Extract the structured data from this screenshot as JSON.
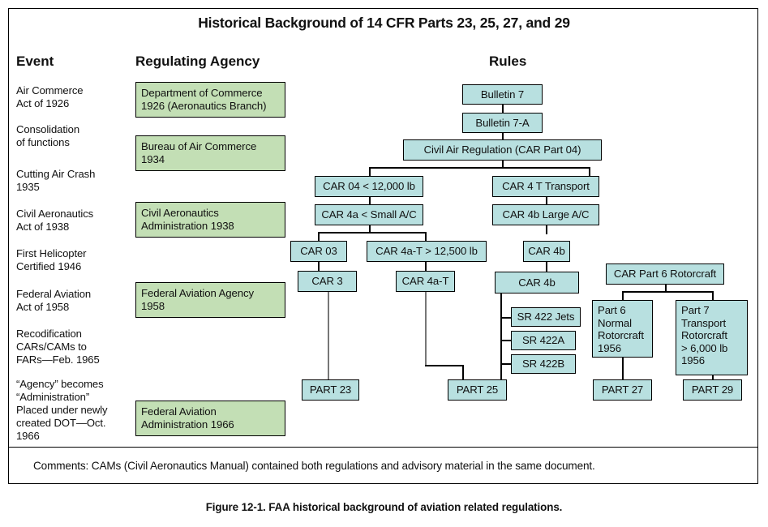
{
  "figure": {
    "title": "Historical Background of 14 CFR Parts 23, 25, 27, and 29",
    "caption": "Figure 12-1. FAA historical background of aviation related regulations.",
    "comments": "Comments: CAMs (Civil Aeronautics Manual) contained both regulations and advisory material in the same document."
  },
  "colors": {
    "agency_box": "#c3dfb5",
    "rule_box": "#b8e0e0",
    "border": "#000000",
    "text": "#111111"
  },
  "columns": {
    "event_header": "Event",
    "agency_header": "Regulating Agency",
    "rules_header": "Rules"
  },
  "events": [
    "Air Commerce\nAct of 1926",
    "Consolidation\nof functions",
    "Cutting Air Crash\n1935",
    "Civil Aeronautics\nAct of 1938",
    "First Helicopter\nCertified 1946",
    "Federal Aviation\nAct of 1958",
    "Recodification\nCARs/CAMs to\nFARs—Feb. 1965",
    "“Agency” becomes\n“Administration”\nPlaced under newly\ncreated DOT—Oct.\n1966"
  ],
  "agencies": [
    "Department of Commerce\n1926 (Aeronautics Branch)",
    "Bureau of Air Commerce\n1934",
    "Civil Aeronautics\nAdministration 1938",
    "Federal Aviation Agency\n1958",
    "Federal Aviation\nAdministration 1966"
  ],
  "rules": {
    "bulletin_7": "Bulletin 7",
    "bulletin_7a": "Bulletin 7-A",
    "car_part_04": "Civil Air Regulation (CAR Part 04)",
    "car_04_12000": "CAR 04 < 12,000 lb",
    "car_4t_transport": "CAR 4 T Transport",
    "car_4a_small": "CAR 4a < Small A/C",
    "car_4b_large": "CAR 4b Large A/C",
    "car_03": "CAR 03",
    "car_4aT_12500": "CAR 4a-T > 12,500 lb",
    "car_4b_small": "CAR 4b",
    "car_3": "CAR 3",
    "car_4aT": "CAR 4a-T",
    "car_4b_wide": "CAR 4b",
    "sr_422_jets": "SR 422 Jets",
    "sr_422a": "SR 422A",
    "sr_422b": "SR 422B",
    "car_part_6_rotorcraft": "CAR Part 6 Rotorcraft",
    "part_6_normal": "Part 6\nNormal\nRotorcraft\n1956",
    "part_7_transport": "Part 7\nTransport\nRotorcraft\n> 6,000 lb\n1956",
    "part_23": "PART 23",
    "part_25": "PART 25",
    "part_27": "PART 27",
    "part_29": "PART 29"
  }
}
